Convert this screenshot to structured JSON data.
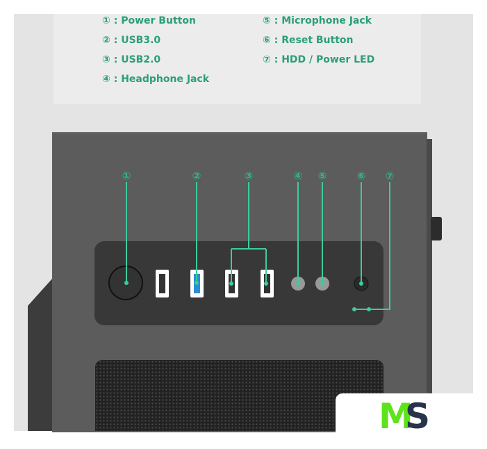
{
  "legend": {
    "items": [
      {
        "num": "①",
        "label": "Power Button"
      },
      {
        "num": "②",
        "label": "USB3.0"
      },
      {
        "num": "③",
        "label": "USB2.0"
      },
      {
        "num": "④",
        "label": "Headphone Jack"
      },
      {
        "num": "⑤",
        "label": "Microphone Jack"
      },
      {
        "num": "⑥",
        "label": "Reset Button"
      },
      {
        "num": "⑦",
        "label": "HDD / Power LED"
      }
    ],
    "separator": " : "
  },
  "callouts": [
    "①",
    "②",
    "③",
    "④",
    "⑤",
    "⑥",
    "⑦"
  ],
  "logo": {
    "text": "MS",
    "m_color": "#5ee21a",
    "s_color": "#27344a"
  },
  "colors": {
    "accent": "#2b9e78",
    "line": "#3ecba0",
    "usb3": "#2a8fd6"
  }
}
